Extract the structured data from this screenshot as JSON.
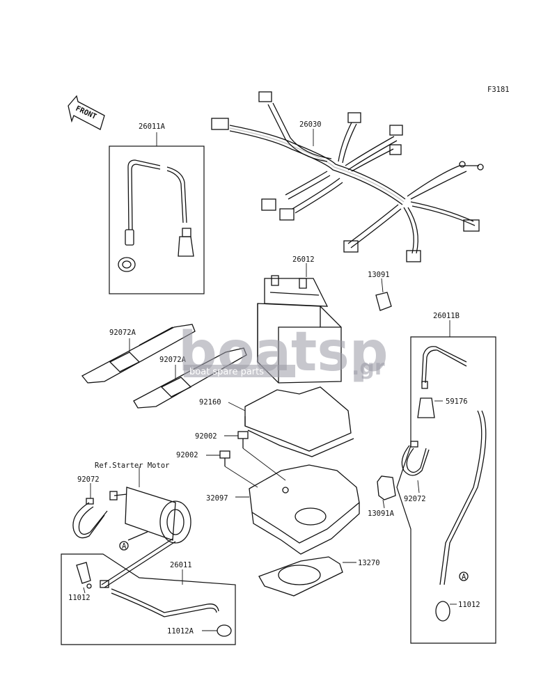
{
  "diagram": {
    "figure_code": "F3181",
    "front_label": "FRONT",
    "reference_label": "Ref.Starter Motor",
    "circle_marker": "A",
    "watermark": {
      "brand": "boatsp",
      "suffix": ".gr",
      "tagline": "boat spare parts"
    },
    "parts": [
      {
        "id": "p26011A",
        "number": "26011A"
      },
      {
        "id": "p26030",
        "number": "26030"
      },
      {
        "id": "p26012",
        "number": "26012"
      },
      {
        "id": "p13091",
        "number": "13091"
      },
      {
        "id": "p26011B",
        "number": "26011B"
      },
      {
        "id": "p92072A_1",
        "number": "92072A"
      },
      {
        "id": "p92072A_2",
        "number": "92072A"
      },
      {
        "id": "p59176",
        "number": "59176"
      },
      {
        "id": "p92160",
        "number": "92160"
      },
      {
        "id": "p92002_1",
        "number": "92002"
      },
      {
        "id": "p92002_2",
        "number": "92002"
      },
      {
        "id": "p92072_L",
        "number": "92072"
      },
      {
        "id": "p32097",
        "number": "32097"
      },
      {
        "id": "p13091A",
        "number": "13091A"
      },
      {
        "id": "p92072_R",
        "number": "92072"
      },
      {
        "id": "p26011",
        "number": "26011"
      },
      {
        "id": "p13270",
        "number": "13270"
      },
      {
        "id": "p11012_L",
        "number": "11012"
      },
      {
        "id": "p11012A",
        "number": "11012A"
      },
      {
        "id": "p11012_R",
        "number": "11012"
      }
    ]
  }
}
